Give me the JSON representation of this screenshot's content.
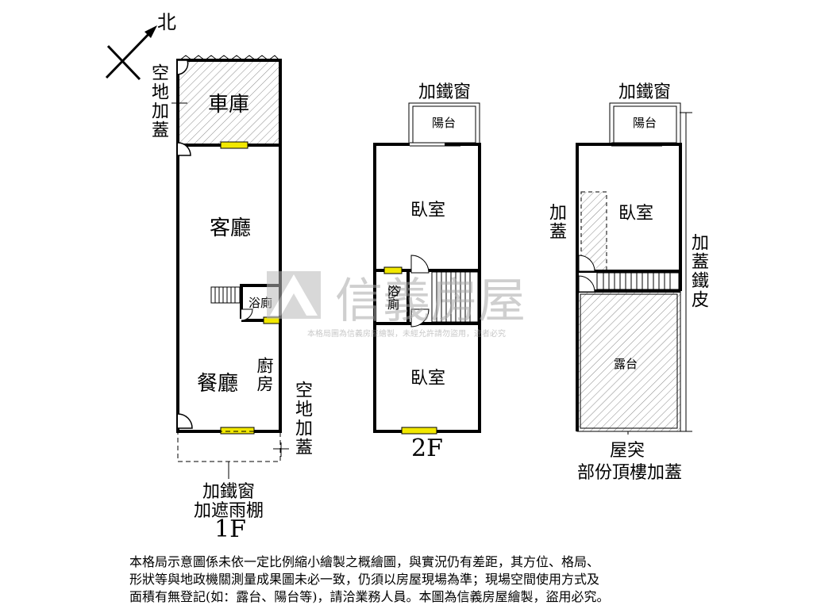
{
  "compass": {
    "north": "北"
  },
  "floor1": {
    "name": "1F",
    "garage": "車庫",
    "living": "客廳",
    "bath": "浴廁",
    "dining": "餐廳",
    "kitchen": "廚房",
    "note_top": "空地加蓋",
    "note_bottom": "空地加蓋",
    "caption_line1": "加鐵窗",
    "caption_line2": "加遮雨棚"
  },
  "floor2": {
    "name": "2F",
    "iron_window": "加鐵窗",
    "balcony": "陽台",
    "bedroom_top": "臥室",
    "bath": "浴廁",
    "bedroom_bottom": "臥室"
  },
  "floor3": {
    "iron_window": "加鐵窗",
    "balcony": "陽台",
    "bedroom": "臥室",
    "addition": "加蓋",
    "iron_sheet": "加蓋鐵皮",
    "terrace": "露台",
    "caption_line1": "屋突",
    "caption_line2": "部份頂樓加蓋"
  },
  "watermark": {
    "brand": "信義房屋",
    "notice": "本格局圖為信義房屋繪製，未經允許請勿盜用，違者必究"
  },
  "disclaimer": [
    "本格局示意圖係未依一定比例縮小繪製之概繪圖，與實況仍有差距，其方位、格局、",
    "形狀等與地政機關測量成果圖未必一致，仍須以房屋現場為準；現場空間使用方式及",
    "面積有無登記(如：露台、陽台等)，請洽業務人員。本圖為信義房屋繪製，盜用必究。"
  ]
}
